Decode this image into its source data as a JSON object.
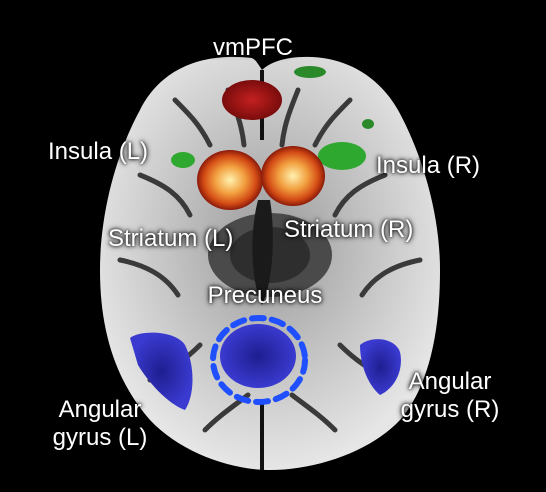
{
  "labels": {
    "vmpfc": "vmPFC",
    "insula_left": "Insula (L)",
    "insula_right": "Insula (R)",
    "striatum_left": "Striatum (L)",
    "striatum_right": "Striatum (R)",
    "precuneus": "Precuneus",
    "angular_left_line1": "Angular",
    "angular_left_line2": "gyrus (L)",
    "angular_right_line1": "Angular",
    "angular_right_line2": "gyrus (R)"
  },
  "colors": {
    "background": "#000000",
    "activation_hot": "#e86a1a",
    "activation_core": "#ffe08a",
    "activation_red": "#a01010",
    "activation_green": "#2fa82f",
    "activation_blue": "#2a2ab8",
    "highlight_circle": "#1f4fff"
  }
}
